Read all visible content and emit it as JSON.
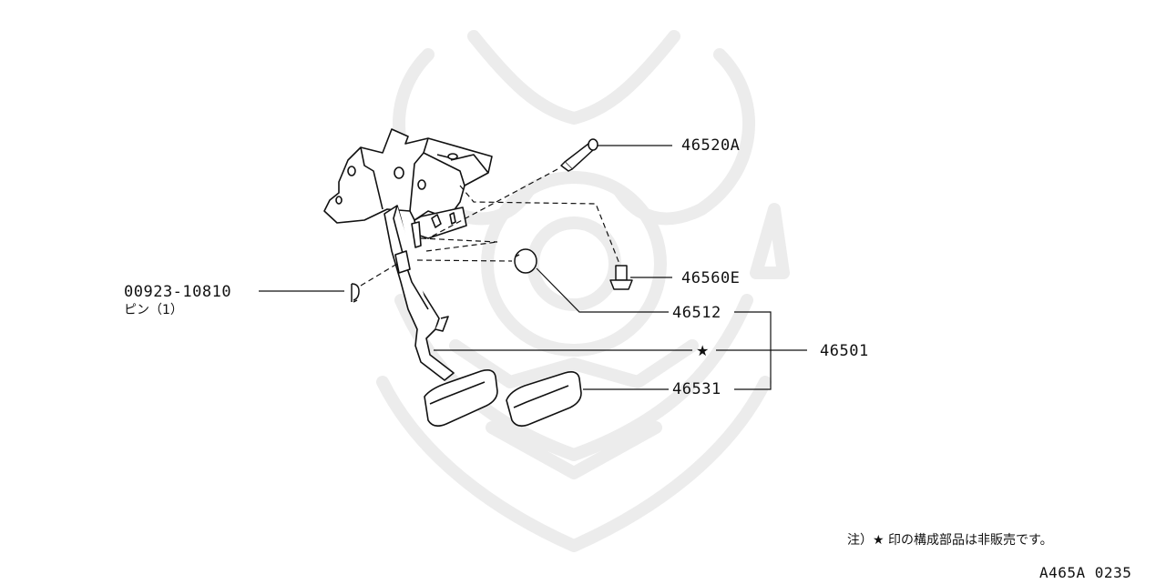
{
  "parts": {
    "p46520A": "46520A",
    "p46560E": "46560E",
    "p46512": "46512",
    "p46501": "46501",
    "p46531": "46531",
    "p00923": "00923-10810",
    "pin_sub": "ピン（1）"
  },
  "marker": "★",
  "note": "注）★ 印の構成部品は非販売です。",
  "diagram_code": "A465A 0235",
  "colors": {
    "line": "#111111",
    "watermark": "#ececec"
  }
}
